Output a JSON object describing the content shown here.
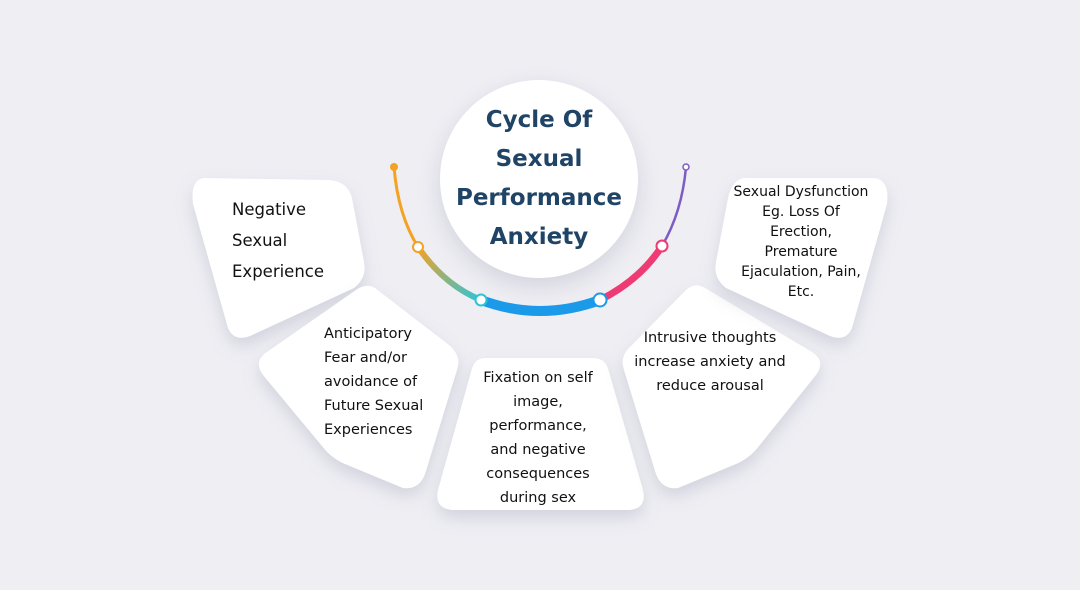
{
  "title": "Cycle Of Sexual Performance Anxiety",
  "steps": [
    {
      "id": "negative-experience",
      "text": "Negative Sexual Experience"
    },
    {
      "id": "anticipatory-fear",
      "text": "Anticipatory Fear and/or avoidance of Future Sexual Experiences"
    },
    {
      "id": "fixation",
      "text": "Fixation on self image, performance, and negative consequences during sex"
    },
    {
      "id": "intrusive-thoughts",
      "text": "Intrusive thoughts increase anxiety and reduce arousal"
    },
    {
      "id": "sexual-dysfunction",
      "text": "Sexual Dysfunction Eg. Loss Of Erection, Premature Ejaculation, Pain, Etc."
    }
  ],
  "colors": {
    "background": "#eeeef3",
    "title": "#1f4466",
    "arc_orange": "#f4a223",
    "arc_teal": "#2ec4d6",
    "arc_blue": "#1a9ae8",
    "arc_pink": "#ef3b73",
    "arc_purple": "#7d5cc4"
  }
}
